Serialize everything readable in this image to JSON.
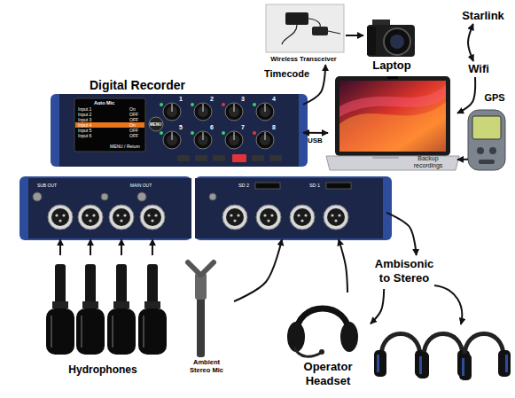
{
  "diagram": {
    "nodes": [
      {
        "text": [
          "Wireless Transceiver"
        ]
      },
      {
        "text": [
          "Laptop",
          "Backup recordings"
        ]
      },
      {
        "text": [
          "Starlink"
        ]
      },
      {
        "text": [
          "Wifi"
        ]
      },
      {
        "text": [
          "GPS"
        ]
      },
      {
        "text": [
          "Digital Recorder"
        ]
      },
      {
        "text": [
          "SUB OUT",
          "MAIN OUT"
        ]
      },
      {
        "text": [
          "SD 2",
          "SD 1"
        ]
      },
      {
        "text": [
          "Hydrophones"
        ]
      },
      {
        "text": [
          "Ambient Stereo Mic"
        ]
      },
      {
        "text": [
          "Ambisonic to Stereo"
        ]
      },
      {
        "text": [
          "Operator Headset"
        ]
      }
    ],
    "edges": [
      {
        "from": 5,
        "to": 0,
        "label": "Timecode",
        "arrow": "to"
      },
      {
        "from": 5,
        "to": 1,
        "label": "USB",
        "arrow": "both"
      },
      {
        "from": 2,
        "to": 3,
        "arrow": "both"
      },
      {
        "from": 3,
        "to": 1,
        "arrow": "to"
      },
      {
        "from": 4,
        "to": 1,
        "arrow": "to"
      },
      {
        "from": 8,
        "to": 6,
        "arrow": "to"
      },
      {
        "from": 9,
        "to": 7,
        "arrow": "to"
      },
      {
        "from": 7,
        "to": 10,
        "arrow": "to"
      },
      {
        "from": 10,
        "to": 11,
        "arrow": "to"
      },
      {
        "from": 11,
        "to": 7,
        "arrow": "to"
      }
    ],
    "labels": [
      "Auto Mic",
      "Input 1",
      "On",
      "Input 2",
      "OFF",
      "Input 3",
      "OFF",
      "Input 4",
      "On",
      "Input 5",
      "OFF",
      "Input 6",
      "OFF",
      "MENU / Return",
      "MENU",
      "1",
      "2",
      "3",
      "4",
      "5",
      "6",
      "7",
      "8"
    ]
  }
}
